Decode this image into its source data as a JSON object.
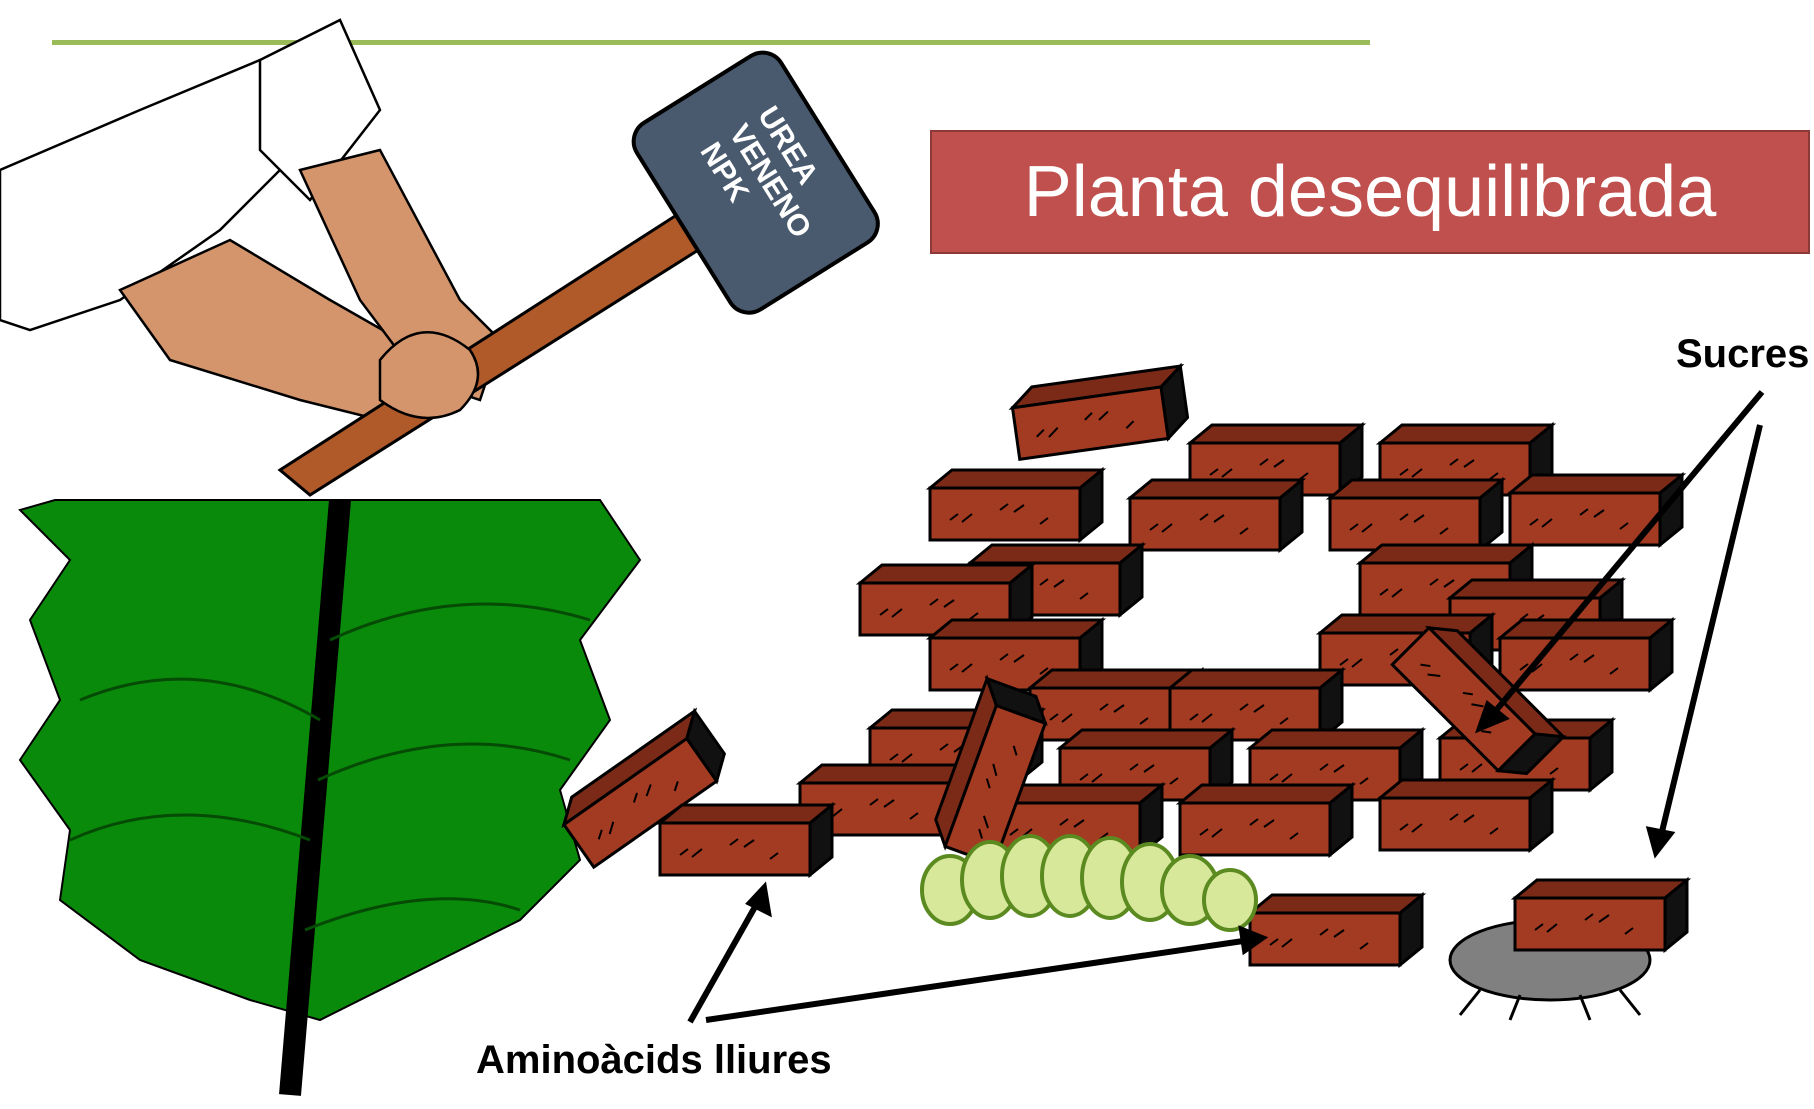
{
  "title": "Planta desequilibrada",
  "hammer_labels": [
    "UREA",
    "VENENO",
    "NPK"
  ],
  "labels": {
    "sugars": "Sucres",
    "free_amino_acids": "Aminoàcids lliures"
  },
  "colors": {
    "title_box": "#c0504d",
    "rule": "#9bbb59",
    "brick": "#a33a22",
    "leaf": "#0a8a0a",
    "hammer_head": "#4a5a6e",
    "skin": "#d4956c",
    "caterpillar": "#d8e89a"
  }
}
